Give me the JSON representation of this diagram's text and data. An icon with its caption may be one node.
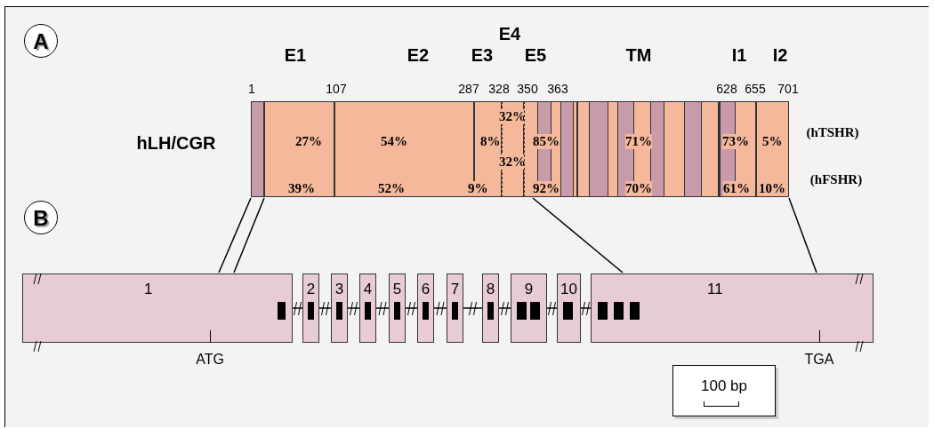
{
  "diagram": {
    "nodes": [
      {
        "text": [
          "A"
        ]
      },
      {
        "text": [
          "B"
        ]
      },
      {
        "text": [],
        "shape": "box"
      },
      {
        "text": [
          "27%",
          "39%"
        ]
      },
      {
        "text": [
          "54%",
          "52%"
        ]
      },
      {
        "text": [
          "8%",
          "9%"
        ]
      },
      {
        "text": [
          "32%",
          "32%"
        ]
      },
      {
        "text": [
          "85%",
          "92%"
        ]
      },
      {
        "text": [
          "71%",
          "70%"
        ]
      },
      {
        "text": [
          "73%",
          "61%"
        ]
      },
      {
        "text": [
          "5%",
          "10%"
        ]
      },
      {
        "text": [
          "1"
        ],
        "beside": [
          "ATG"
        ]
      },
      {
        "text": [
          "2"
        ]
      },
      {
        "text": [
          "3"
        ]
      },
      {
        "text": [
          "4"
        ]
      },
      {
        "text": [
          "5"
        ]
      },
      {
        "text": [
          "6"
        ]
      },
      {
        "text": [
          "7"
        ]
      },
      {
        "text": [
          "8"
        ]
      },
      {
        "text": [
          "9"
        ]
      },
      {
        "text": [
          "10"
        ]
      },
      {
        "text": [
          "11"
        ],
        "beside": [
          "TGA"
        ]
      },
      {
        "text": [
          "100 bp"
        ]
      }
    ],
    "edges": [
      {
        "from": 2,
        "to": 11,
        "arrow": "none"
      },
      {
        "from": 2,
        "to": 11,
        "arrow": "none"
      },
      {
        "from": 7,
        "to": 21,
        "arrow": "none"
      },
      {
        "from": 10,
        "to": 21,
        "arrow": "none"
      },
      {
        "from": 11,
        "to": 12,
        "arrow": "none"
      },
      {
        "from": 12,
        "to": 13,
        "arrow": "none"
      },
      {
        "from": 13,
        "to": 14,
        "arrow": "none"
      },
      {
        "from": 14,
        "to": 15,
        "arrow": "none"
      },
      {
        "from": 15,
        "to": 16,
        "arrow": "none"
      },
      {
        "from": 16,
        "to": 17,
        "arrow": "none"
      },
      {
        "from": 17,
        "to": 18,
        "arrow": "none"
      },
      {
        "from": 18,
        "to": 19,
        "arrow": "none"
      },
      {
        "from": 19,
        "to": 20,
        "arrow": "none"
      },
      {
        "from": 20,
        "to": 21,
        "arrow": "none"
      }
    ],
    "labels": [
      "E4",
      "E1",
      "E2",
      "E3",
      "E5",
      "TM",
      "I1",
      "I2",
      "1",
      "107",
      "287",
      "328",
      "350",
      "363",
      "628",
      "655",
      "701",
      "hLH/CGR",
      "(hTSHR)",
      "(hFSHR)"
    ]
  }
}
